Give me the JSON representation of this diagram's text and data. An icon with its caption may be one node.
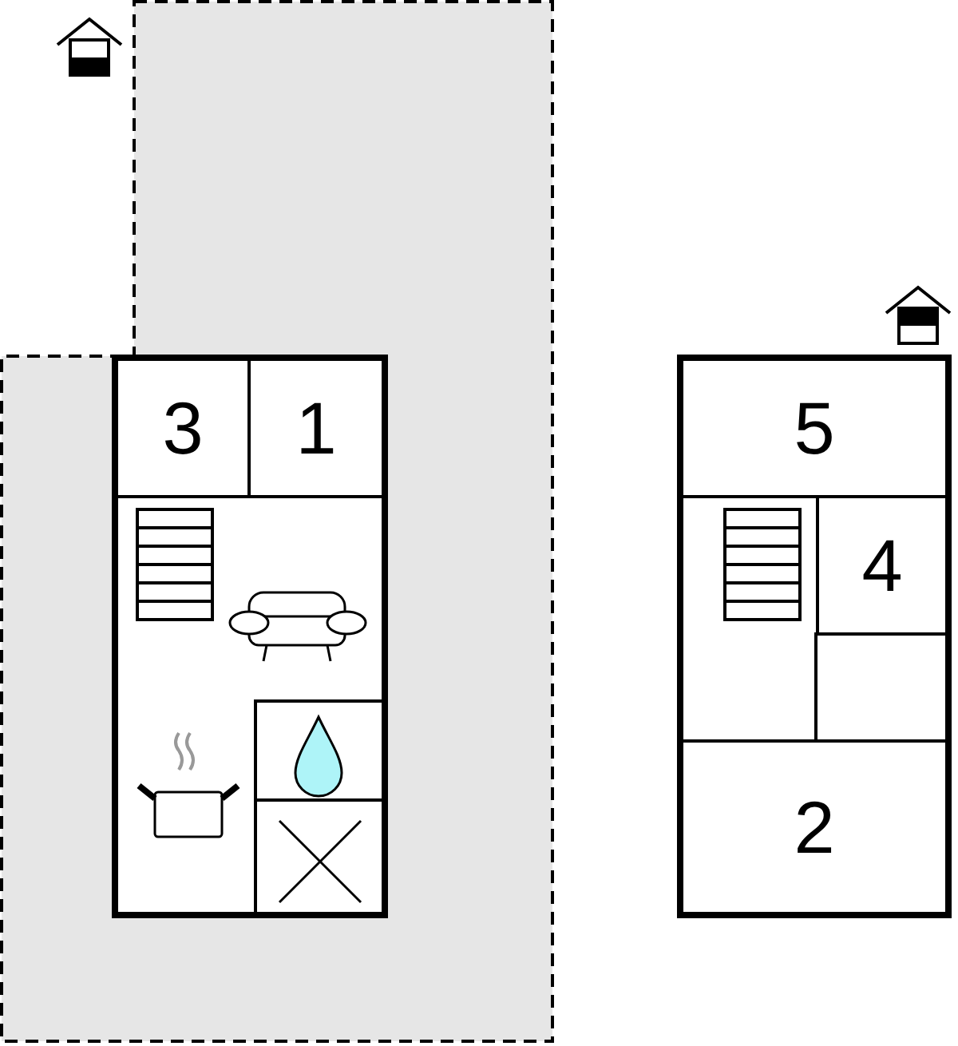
{
  "diagram": {
    "nodes": [
      {
        "text": [],
        "shape": "box"
      },
      {
        "text": [
          "3"
        ],
        "in": 0
      },
      {
        "text": [
          "1"
        ],
        "in": 0
      },
      {
        "text": [],
        "shape": "box"
      },
      {
        "text": [
          "5"
        ],
        "in": 3
      },
      {
        "text": [
          "4"
        ],
        "in": 3
      },
      {
        "text": [
          "2"
        ],
        "in": 3
      }
    ]
  }
}
